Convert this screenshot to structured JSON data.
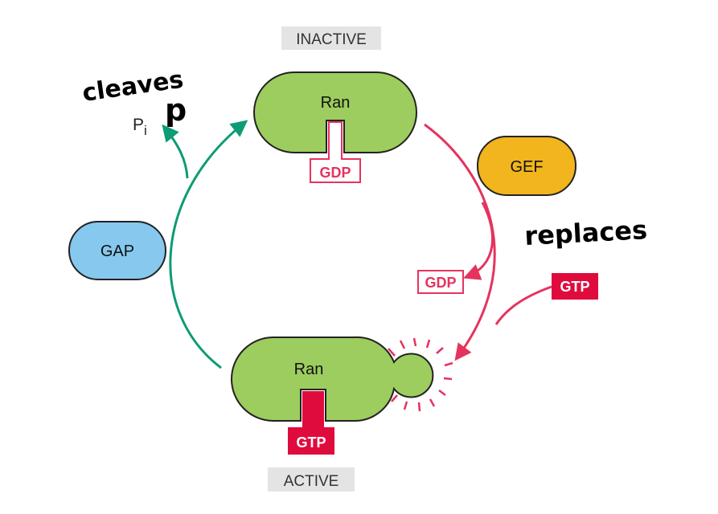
{
  "state_labels": {
    "inactive": "INACTIVE",
    "active": "ACTIVE"
  },
  "proteins": {
    "ran_inactive": "Ran",
    "ran_active": "Ran",
    "gef": "GEF",
    "gap": "GAP"
  },
  "nucleotides": {
    "gdp_bound": "GDP",
    "gdp_released": "GDP",
    "gtp_incoming": "GTP",
    "gtp_bound": "GTP",
    "phosphate": "Pi"
  },
  "annotations": {
    "cleaves_line1": "cleaves",
    "cleaves_line2": "p",
    "replaces": "replaces"
  },
  "colors": {
    "ran_green": "#9ccd5e",
    "gef_orange": "#f2b51d",
    "gap_blue": "#86c8ee",
    "gtp_red": "#e00b3d",
    "gdp_pink": "#e6335e",
    "cycle_green": "#0d9c74",
    "label_gray": "#e4e4e4"
  }
}
